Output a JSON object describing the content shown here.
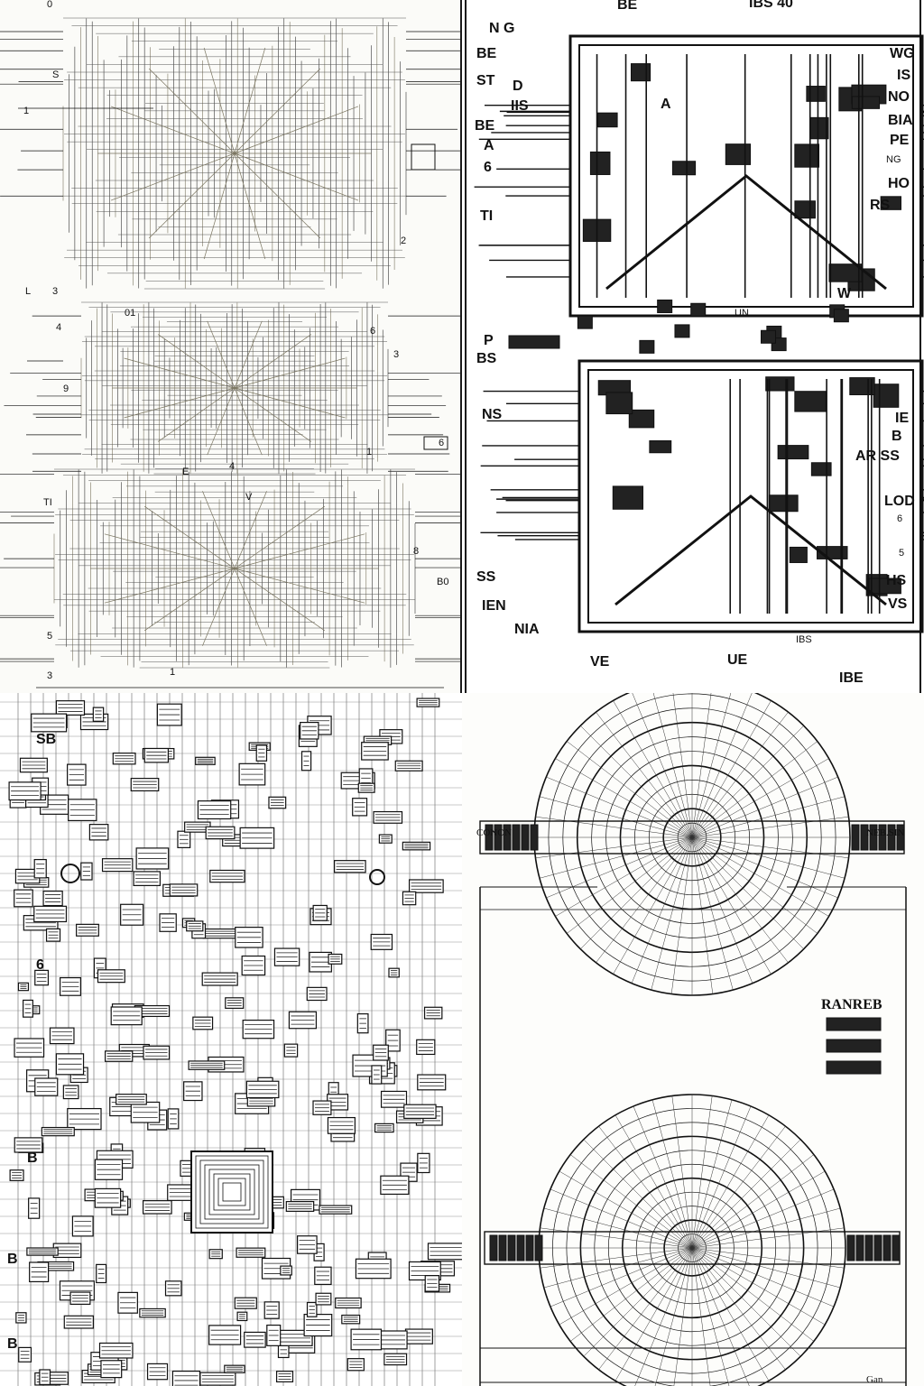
{
  "panels": {
    "p1": {
      "labels": [
        "0",
        "S",
        "1",
        "2",
        "L",
        "3",
        "01",
        "4",
        "9",
        "3",
        "1",
        "6",
        "6",
        "TI",
        "E",
        "V",
        "8",
        "B0",
        "3",
        "4",
        "5",
        "1"
      ]
    },
    "p2": {
      "labels": [
        "BE",
        "IBS 40",
        "N G",
        "BE",
        "ST",
        "D",
        "IIS",
        "A",
        "BE",
        "A",
        "6",
        "TI",
        "WG",
        "IS",
        "NO",
        "BIA",
        "PE",
        "NG",
        "HO",
        "RS",
        "W",
        "UN",
        "P",
        "BS",
        "NS",
        "IE",
        "B",
        "AR SS",
        "LOD",
        "6",
        "5",
        "HS",
        "VS",
        "SS",
        "IEN",
        "NIA",
        "VE",
        "UE",
        "IBS",
        "IBE"
      ]
    },
    "p3": {
      "labels": [
        "SB",
        "B",
        "B",
        "6",
        "B"
      ]
    },
    "p4": {
      "labels": [
        "CONON",
        "NEB.SIN",
        "RANREB",
        "Gan"
      ]
    }
  },
  "colors": {
    "ink": "#111111",
    "paper": "#ffffff",
    "sepia": "#7a7560"
  }
}
